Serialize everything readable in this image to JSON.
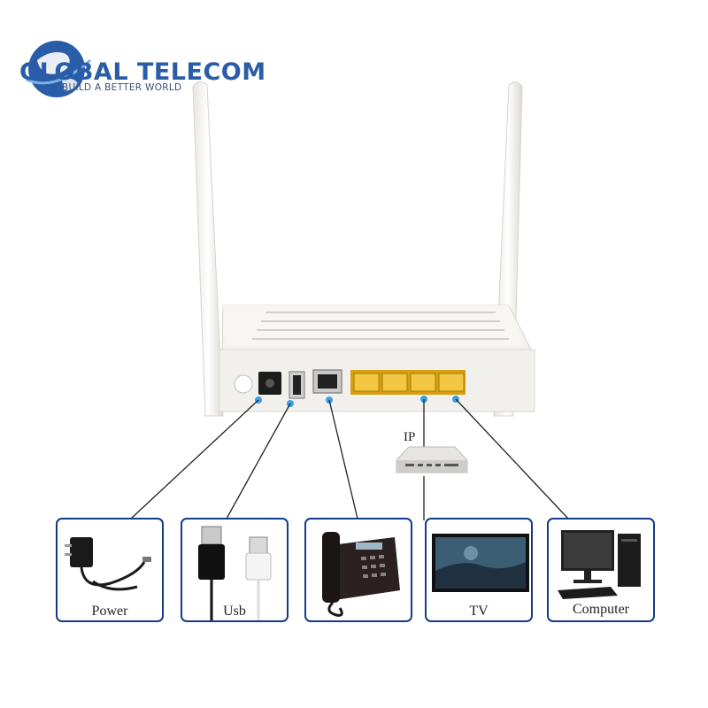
{
  "logo": {
    "title": "GLOBAL TELECOM",
    "subtitle": "BUILD A BETTER WORLD",
    "globe_color": "#2a5da8",
    "accent_color": "#7fb2e5"
  },
  "devices": [
    {
      "id": "power",
      "label": "Power",
      "icon": "power-adapter-icon"
    },
    {
      "id": "usb",
      "label": "Usb",
      "icon": "usb-cable-icon"
    },
    {
      "id": "phone",
      "label": "",
      "icon": "desk-phone-icon"
    },
    {
      "id": "tv",
      "label": "TV",
      "icon": "tv-monitor-icon"
    },
    {
      "id": "computer",
      "label": "Computer",
      "icon": "desktop-computer-icon"
    }
  ],
  "ip_label": "IP",
  "colors": {
    "card_border": "#123c8a",
    "port_yellow": "#e8b21e",
    "connector_dot": "#3aa0e8",
    "router_body": "#f3f1ee"
  }
}
